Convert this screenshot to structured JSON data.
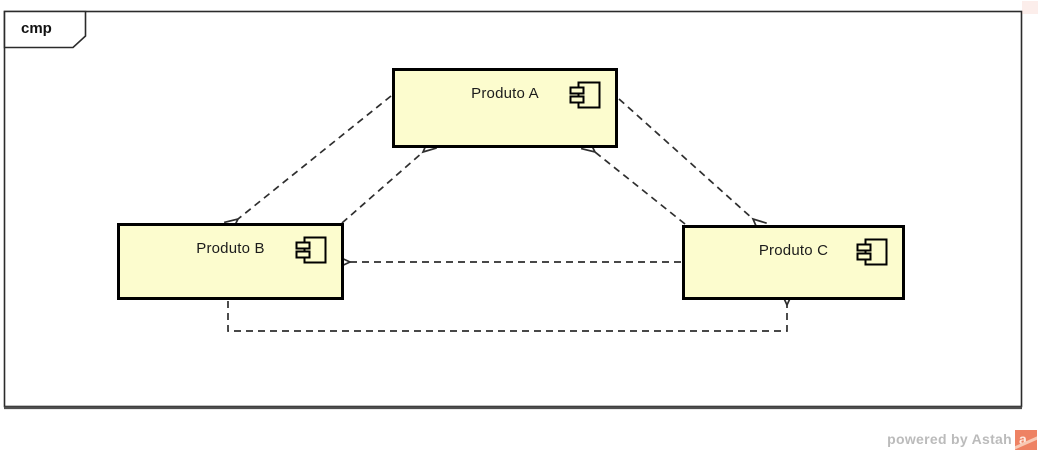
{
  "diagram": {
    "frame_label": "cmp"
  },
  "components": [
    {
      "label": "Produto A"
    },
    {
      "label": "Produto B"
    },
    {
      "label": "Produto C"
    }
  ],
  "dependencies": [
    {
      "from": "Produto A",
      "to": "Produto B",
      "line": "dashed"
    },
    {
      "from": "Produto B",
      "to": "Produto A",
      "line": "dashed"
    },
    {
      "from": "Produto A",
      "to": "Produto C",
      "line": "dashed"
    },
    {
      "from": "Produto C",
      "to": "Produto A",
      "line": "dashed"
    },
    {
      "from": "Produto C",
      "to": "Produto B",
      "line": "dashed"
    },
    {
      "from": "Produto B",
      "to": "Produto C",
      "line": "dashed"
    }
  ],
  "footer": {
    "credit": "powered by Astah",
    "logo_letter": "a"
  },
  "colors": {
    "component_fill": "#FCFCCE",
    "component_border": "#000000",
    "frame_border": "#2b2b2b",
    "frame_bottom_border": "#4f4f4f",
    "arrow": "#2e2e2e",
    "footer_text": "#bbbbbb",
    "logo": "#ee8263"
  }
}
